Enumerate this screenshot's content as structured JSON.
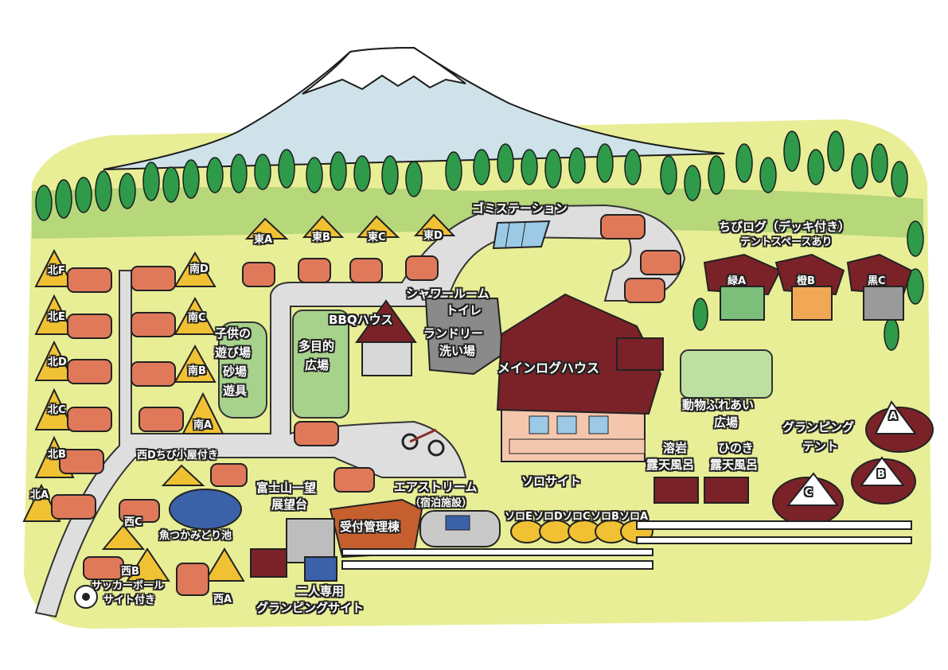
{
  "labels": {
    "garbage_station": "ゴミステーション",
    "east_a": "東A",
    "east_b": "東B",
    "east_c": "東C",
    "east_d": "東D",
    "shower_room": "シャワールーム",
    "toilet": "トイレ",
    "laundry": "ランドリー",
    "washroom": "洗い場",
    "bbq_house": "BBQハウス",
    "multipurpose": "多目的",
    "plaza": "広場",
    "kids1": "子供の",
    "kids2": "遊び場",
    "kids3": "砂場",
    "kids4": "遊具",
    "main_log_house": "メインログハウス",
    "chibi_log": "ちびログ（デッキ付き）",
    "tent_space": "テントスペースあり",
    "green_a": "緑A",
    "orange_b": "橙B",
    "black_c": "黒C",
    "animal1": "動物ふれあい",
    "animal2": "広場",
    "glamping1": "グランピング",
    "glamping2": "テント",
    "glamp_a": "A",
    "glamp_b": "B",
    "glamp_c": "C",
    "lava_bath1": "溶岩",
    "lava_bath2": "露天風呂",
    "hinoki1": "ひのき",
    "hinoki2": "露天風呂",
    "solo_site": "ソロサイト",
    "solo_e": "ソロE",
    "solo_d": "ソロD",
    "solo_c": "ソロC",
    "solo_b": "ソロB",
    "solo_a": "ソロA",
    "airstream": "エアストリーム",
    "airstream_sub": "（宿泊施設）",
    "reception": "受付管理棟",
    "fuji_view1": "富士山一望",
    "fuji_view2": "展望台",
    "couple1": "二人専用",
    "couple2": "グランピングサイト",
    "pond": "魚つかみどり池",
    "west_d": "西Dちび小屋付き",
    "west_c": "西C",
    "west_b": "西B",
    "west_a": "西A",
    "soccer1": "サッカーボール",
    "soccer2": "サイト付き",
    "north_f": "北F",
    "north_e": "北E",
    "north_d": "北D",
    "north_c": "北C",
    "north_b": "北B",
    "north_a": "北A",
    "south_d": "南D",
    "south_c": "南C",
    "south_b": "南B",
    "south_a": "南A"
  },
  "colors": {
    "grass": "#e8ee96",
    "road": "#dedede",
    "mountain": "#cfe2ea",
    "tent": "#f0c233",
    "car": "#e0795a",
    "tree": "#2e9a4a",
    "log_house": "#7a2228",
    "wall": "#f4c7ad"
  }
}
